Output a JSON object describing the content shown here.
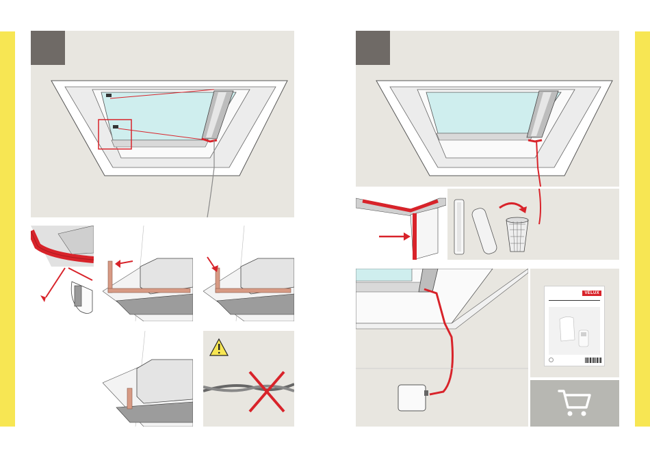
{
  "colors": {
    "accent_stripe": "#f7e653",
    "panel_gray": "#e8e6e0",
    "step_box": "#6f6a66",
    "highlight_red": "#d8232a",
    "glass": "#cfeeee",
    "copper": "#d79a84"
  },
  "left_page": {
    "step_marker": "",
    "main_illustration": "window-cable-routing",
    "sub_steps": [
      "pull-clip-out",
      "press-clip",
      "clip-seated"
    ],
    "warning_icon": "warning-triangle-icon"
  },
  "right_page": {
    "step_marker": "",
    "main_illustration": "cable-routed-window",
    "detail": "cable-channel-insert",
    "parts": "parts-to-bin",
    "booklet": {
      "brand": "VELUX"
    },
    "cart_icon": "shopping-cart-icon"
  }
}
